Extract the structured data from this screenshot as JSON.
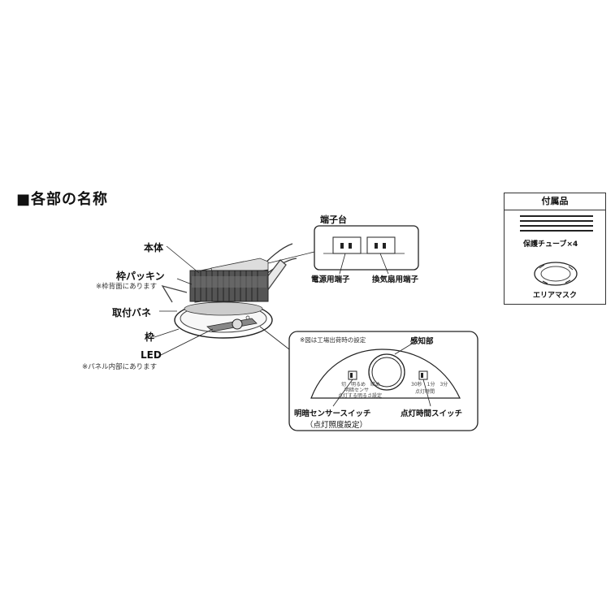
{
  "section_title": "■各部の名称",
  "labels": {
    "body": "本体",
    "frame_packing": "枠パッキン",
    "frame_packing_note": "※枠背面にあります",
    "mounting_spring": "取付バネ",
    "frame": "枠",
    "led": "LED",
    "led_note": "※パネル内部にあります",
    "terminal_block": "端子台",
    "power_terminal": "電源用端子",
    "fan_terminal": "換気扇用端子"
  },
  "sensor_panel": {
    "factory_note": "※図は工場出荷時の設定",
    "sensor": "感知部",
    "brightness_switch": "明暗センサースイッチ",
    "brightness_switch_sub": "（点灯照度設定）",
    "time_switch": "点灯時間スイッチ",
    "left_switch_text_1": "切　明るめ　暗め",
    "left_switch_text_2": "明暗センサ",
    "left_switch_text_3": "点灯する明るさ設定",
    "right_switch_text_1": "30秒　1分　3分",
    "right_switch_text_2": "点灯時間"
  },
  "accessories": {
    "title": "付属品",
    "tube": "保護チューブ×4",
    "mask": "エリアマスク"
  }
}
